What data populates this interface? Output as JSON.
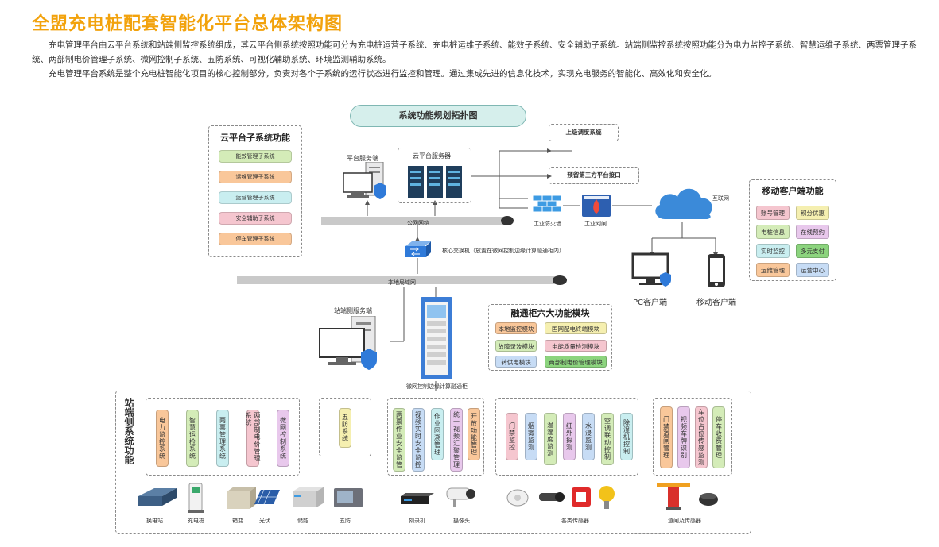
{
  "page": {
    "title": "全盟充电桩配套智能化平台总体架构图",
    "paragraphs": [
      "充电管理平台由云平台系统和站端侧监控系统组成，其云平台侧系统按照功能可分为充电桩运营子系统、充电桩运维子系统、能效子系统、安全辅助子系统。站端侧监控系统按照功能分为电力监控子系统、智慧运维子系统、两票管理子系统、两部制电价管理子系统、微网控制子系统、五防系统、可视化辅助系统、环境监测辅助系统。",
      "充电管理平台系统是整个充电桩智能化项目的核心控制部分，负责对各个子系统的运行状态进行监控和管理。通过集成先进的信息化技术，实现充电服务的智能化、高效化和安全化。"
    ]
  },
  "diagram": {
    "topology_title": "系统功能规划拓扑图",
    "cloud_sub": {
      "title": "云平台子系统功能",
      "items": [
        "能效管理子系统",
        "运维管理子系统",
        "运营管理子系统",
        "安全辅助子系统",
        "停车管理子系统"
      ]
    },
    "platform_server": "平台服务端",
    "cloud_server": "云平台服务器",
    "upper_dispatch": "上级调度系统",
    "third_party": "预留第三方平台接口",
    "firewall": "工业防火墙",
    "gateway": "工业网闸",
    "internet": "互联网",
    "public_net": "公网网络",
    "core_switch": "核心交换机（放置在微网控制边缘计算融通柜内）",
    "local_lan": "本地局域网",
    "station_server": "站端侧服务端",
    "edge_cabinet": "微网控制边缘计算融通柜",
    "pc_client": "PC客户端",
    "mobile_client": "移动客户端",
    "mobile": {
      "title": "移动客户端功能",
      "items": [
        "账号管理",
        "积分优惠",
        "电桩信息",
        "在线预约",
        "实时监控",
        "多元支付",
        "运维管理",
        "运营中心"
      ]
    },
    "fusion": {
      "title": "融通柜六大功能模块",
      "items": [
        "本地监控模块",
        "国网配电终端模块",
        "故障录波模块",
        "电能质量检测模块",
        "转供电模块",
        "两部制电价管理模块"
      ]
    },
    "station": {
      "title": "站端侧系统功能",
      "group1": [
        "电力监控系统",
        "智慧运检系统",
        "两票管理系统",
        "两部制电价管理系统",
        "微网控制系统"
      ],
      "group2": [
        "五防系统"
      ],
      "group3": [
        "两票作业安全监管",
        "视频实时安全监控",
        "作业回溯管理",
        "统一视频汇聚管理",
        "开放功能管理"
      ],
      "group4": [
        "门禁监控",
        "烟雾监测",
        "温湿度监测",
        "红外探测",
        "水浸监测",
        "空调联动控制",
        "除湿机控制"
      ],
      "group5": [
        "门禁道闸管理",
        "视频车牌识别",
        "车位占位传感监测",
        "停车收费管理"
      ]
    },
    "devices": [
      "换电站",
      "充电桩",
      "箱变",
      "光伏",
      "储能",
      "五防",
      "刻录机",
      "摄像头",
      "各类传感器",
      "道闸及传感器"
    ]
  },
  "colors": {
    "title": "#f2a20c",
    "green": "#d4ecb8",
    "orange": "#f9c79a",
    "cyan": "#c9eef0",
    "pink": "#f5c6cf",
    "purple": "#e8c8ec",
    "blue_pill": "#c7dcf5",
    "yellow": "#f5efb0",
    "dark_green": "#8cd47e",
    "topology_bg": "#d6efec"
  }
}
